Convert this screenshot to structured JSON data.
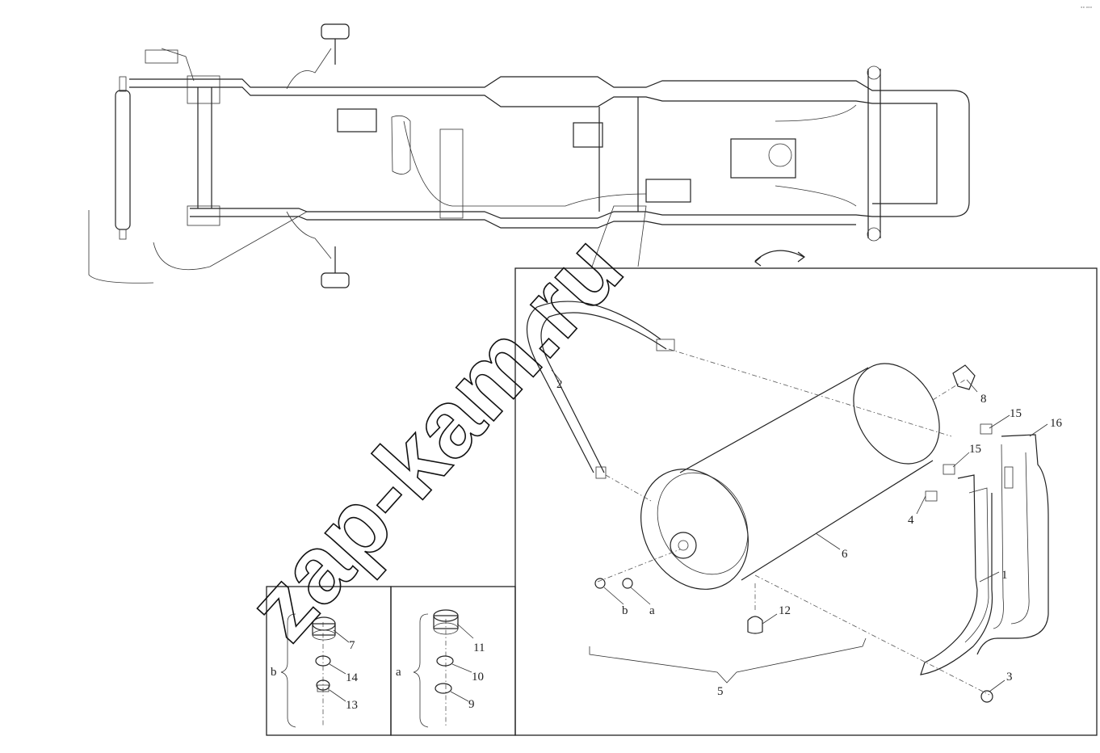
{
  "watermark": "zap-kam.ru",
  "chassis_tags": [
    "",
    "",
    "",
    "",
    "",
    "",
    "",
    "",
    ""
  ],
  "corner_mark": "°° °°°",
  "callouts": {
    "c1": "1",
    "c2": "2",
    "c3": "3",
    "c4": "4",
    "c5": "5",
    "c6": "6",
    "c7": "7",
    "c8": "8",
    "c9": "9",
    "c10": "10",
    "c11": "11",
    "c12": "12",
    "c13": "13",
    "c14": "14",
    "c15a": "15",
    "c15b": "15",
    "c16": "16",
    "ca": "a",
    "cb": "b",
    "ga": "a",
    "gb": "b"
  }
}
